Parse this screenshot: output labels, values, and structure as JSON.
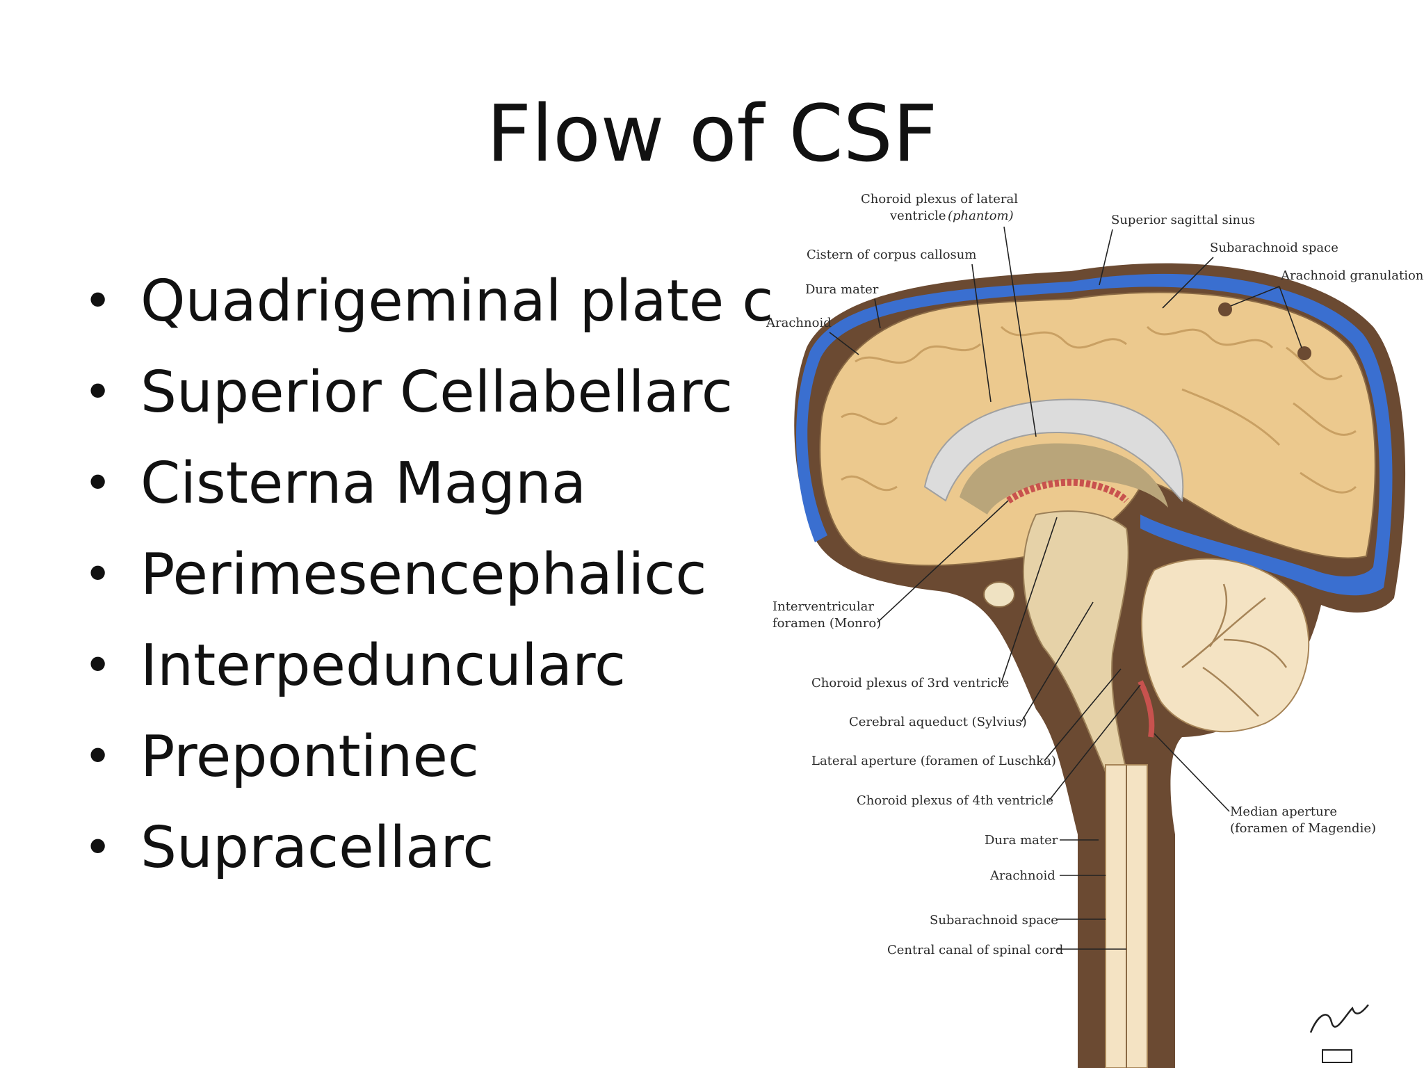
{
  "slide": {
    "title": "Flow of CSF",
    "bullets": [
      "Quadrigeminal plate c",
      "Superior Cellabellarc",
      "Cisterna Magna",
      "Perimesencephalicc",
      "Interpeduncularc",
      "Prepontinec",
      "Supracellarc"
    ]
  },
  "illustration": {
    "labels": {
      "choroid_lateral_1": "Choroid plexus of lateral",
      "choroid_lateral_2": "ventricle",
      "choroid_lateral_3": "(phantom)",
      "cistern_corpus": "Cistern of corpus callosum",
      "superior_sagittal": "Superior sagittal sinus",
      "subarachnoid_top": "Subarachnoid space",
      "arachnoid_granulations": "Arachnoid granulations",
      "dura_top": "Dura mater",
      "arachnoid_top": "Arachnoid",
      "interventricular_1": "Interventricular",
      "interventricular_2": "foramen (Monro)",
      "choroid_3rd": "Choroid plexus of 3rd ventricle",
      "aqueduct": "Cerebral aqueduct (Sylvius)",
      "lateral_aperture": "Lateral aperture (foramen of Luschka)",
      "choroid_4th": "Choroid plexus of 4th ventricle",
      "median_1": "Median aperture",
      "median_2": "(foramen of Magendie)",
      "dura_spinal": "Dura mater",
      "arachnoid_spinal": "Arachnoid",
      "subarachnoid_spinal": "Subarachnoid space",
      "central_canal": "Central canal of spinal cord"
    },
    "colors": {
      "csf_blue": "#3a6fd0",
      "brain_tan": "#ecc98e",
      "dura_brown": "#6b4a32",
      "choroid_red": "#c8524e"
    }
  }
}
